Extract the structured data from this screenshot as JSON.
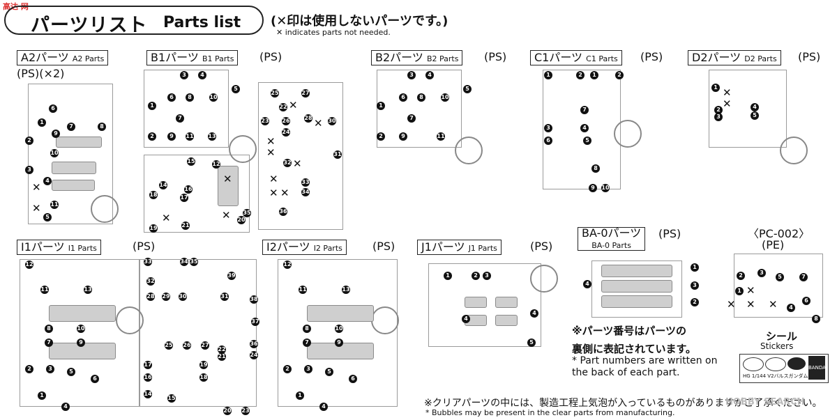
{
  "header": {
    "logo": "高达 网",
    "title_ja": "パーツリスト",
    "title_en": "Parts list",
    "note_ja": "(✕印は使用しないパーツです。)",
    "note_en": "✕ indicates parts not needed."
  },
  "sections": {
    "a2": {
      "label": "A2パーツ",
      "label_small": "A2 Parts",
      "extra": "(PS)(×2)"
    },
    "b1": {
      "label": "B1パーツ",
      "label_small": "B1 Parts",
      "extra": "(PS)"
    },
    "b2": {
      "label": "B2パーツ",
      "label_small": "B2 Parts",
      "extra": "(PS)"
    },
    "c1": {
      "label": "C1パーツ",
      "label_small": "C1 Parts",
      "extra": "(PS)"
    },
    "d2": {
      "label": "D2パーツ",
      "label_small": "D2 Parts",
      "extra": "(PS)"
    },
    "i1": {
      "label": "I1パーツ",
      "label_small": "I1 Parts",
      "extra": "(PS)"
    },
    "i2": {
      "label": "I2パーツ",
      "label_small": "I2 Parts",
      "extra": "(PS)"
    },
    "j1": {
      "label": "J1パーツ",
      "label_small": "J1 Parts",
      "extra": "(PS)"
    },
    "ba0": {
      "label": "BA-0パーツ",
      "label_small": "BA-0 Parts",
      "extra": "(PS)"
    },
    "pc002": {
      "label": "〈PC-002〉",
      "extra": "(PE)"
    }
  },
  "notes": {
    "part_number_ja_1": "※パーツ番号はパーツの",
    "part_number_ja_2": "裏側に表記されています。",
    "part_number_en": "* Part numbers are written on the back of each part.",
    "sticker_ja": "シール",
    "sticker_en": "Stickers",
    "sticker_text": "HG 1/144 V2バルスガンダム",
    "sticker_brand": "BANDAI",
    "footer_ja": "※クリアパーツの中には、製造工程上気泡が入っているものがありますがご了承ください。",
    "footer_en": "* Bubbles may be present in the clear parts from manufacturing.",
    "watermark": "HOBBY SEARCH"
  },
  "markers": {
    "a2": [
      "6",
      "1",
      "7",
      "8",
      "9",
      "2",
      "10",
      "3",
      "4",
      "11",
      "5"
    ],
    "b1": [
      "3",
      "4",
      "6",
      "8",
      "10",
      "5",
      "1",
      "7",
      "2",
      "9",
      "11",
      "13",
      "15",
      "12",
      "14",
      "16",
      "18",
      "17",
      "19",
      "21",
      "25",
      "27",
      "22",
      "23",
      "26",
      "28",
      "30",
      "24",
      "31",
      "32",
      "33",
      "34",
      "35",
      "36",
      "20"
    ],
    "b2": [
      "3",
      "4",
      "6",
      "8",
      "10",
      "5",
      "1",
      "7",
      "2",
      "9",
      "11"
    ],
    "c1": [
      "1",
      "2",
      "1",
      "2",
      "3",
      "4",
      "6",
      "5",
      "7",
      "8",
      "9",
      "10"
    ],
    "d2": [
      "1",
      "2",
      "4",
      "3",
      "5"
    ],
    "i1": [
      "12",
      "11",
      "13",
      "8",
      "10",
      "7",
      "9",
      "2",
      "3",
      "5",
      "6",
      "1",
      "4",
      "33",
      "34",
      "35",
      "32",
      "28",
      "29",
      "30",
      "31",
      "39",
      "38",
      "37",
      "25",
      "26",
      "27",
      "22",
      "21",
      "17",
      "19",
      "16",
      "18",
      "24",
      "14",
      "15",
      "20",
      "23",
      "36"
    ],
    "i2": [
      "12",
      "11",
      "13",
      "8",
      "10",
      "7",
      "9",
      "2",
      "3",
      "5",
      "6",
      "1",
      "4"
    ],
    "j1": [
      "1",
      "2",
      "3",
      "4",
      "4",
      "5"
    ],
    "ba0": [
      "1",
      "4",
      "3",
      "2"
    ],
    "pc002": [
      "3",
      "5",
      "7",
      "2",
      "1",
      "6",
      "4",
      "8"
    ]
  }
}
